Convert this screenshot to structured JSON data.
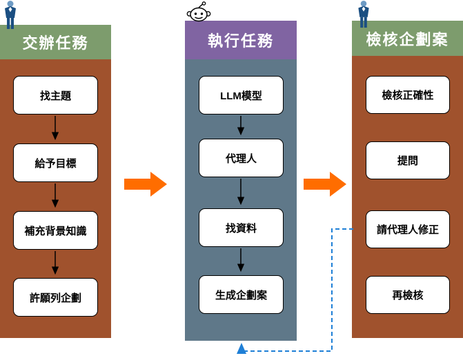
{
  "diagram": {
    "columns": [
      {
        "title": "交辦任務",
        "icon": "person-icon",
        "steps": [
          "找主題",
          "給予目標",
          "補充背景知識",
          "許願列企劃"
        ]
      },
      {
        "title": "執行任務",
        "icon": "reddit-alien-icon",
        "steps": [
          "LLM模型",
          "代理人",
          "找資料",
          "生成企劃案"
        ]
      },
      {
        "title": "檢核企劃案",
        "icon": "person-icon",
        "steps": [
          "檢核正確性",
          "提問",
          "請代理人修正",
          "再檢核"
        ]
      }
    ],
    "colors": {
      "header_green": "#7d9c6d",
      "header_purple": "#8064a2",
      "body_brown": "#a0522d",
      "body_slate": "#5f7889",
      "flow_arrow": "#ff6d00",
      "feedback_line": "#1e7fd6",
      "step_border": "#000000",
      "step_fill": "#ffffff"
    }
  }
}
